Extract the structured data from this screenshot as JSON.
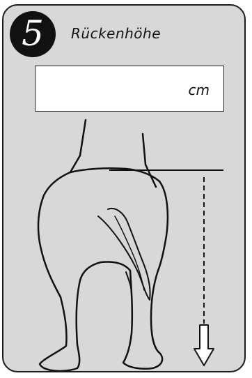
{
  "step": {
    "number": "5",
    "title": "Rückenhöhe"
  },
  "measurement": {
    "value": "",
    "unit": "cm"
  },
  "illustration": {
    "subject": "dog-rear-view",
    "measure_arrow_direction": "down"
  },
  "colors": {
    "card_background": "#d8d8d8",
    "badge_background": "#111111",
    "line": "#111111",
    "field_background": "#ffffff"
  }
}
